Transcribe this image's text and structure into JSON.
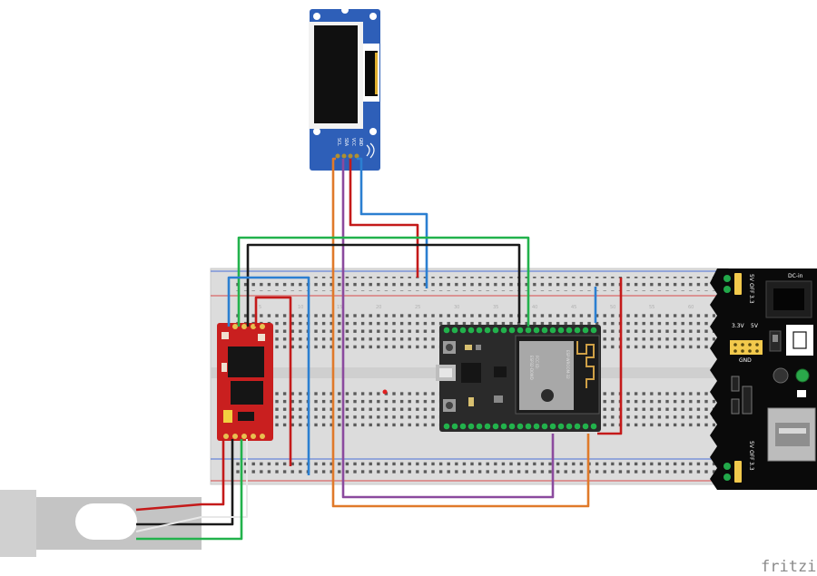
{
  "oled": {
    "pins": [
      "SCL",
      "SDA",
      "VCC",
      "GND"
    ]
  },
  "breadboard": {
    "column_numbers": [
      "5",
      "10",
      "15",
      "20",
      "25",
      "30",
      "35",
      "40",
      "45",
      "50",
      "55",
      "60"
    ]
  },
  "esp32": {
    "module_text": [
      "ESP-WROOM-32",
      "ESP32-D0WD",
      "FCC ID:"
    ]
  },
  "power_module": {
    "dc_in": "DC-in",
    "jumper_top": [
      "5V",
      "OFF",
      "3.3"
    ],
    "jumper_bottom": [
      "5V",
      "OFF",
      "3.3"
    ],
    "rail_33": "3.3V",
    "rail_5": "5V",
    "gnd": "GND"
  },
  "wires": {
    "colors": {
      "red": "#c41a1a",
      "black": "#1a1a1a",
      "green": "#22b24c",
      "blue": "#2b7fd1",
      "orange": "#e07a2a",
      "purple": "#8b4a9e",
      "white": "#e8e8e8"
    }
  },
  "footer": {
    "watermark": "fritzing"
  }
}
